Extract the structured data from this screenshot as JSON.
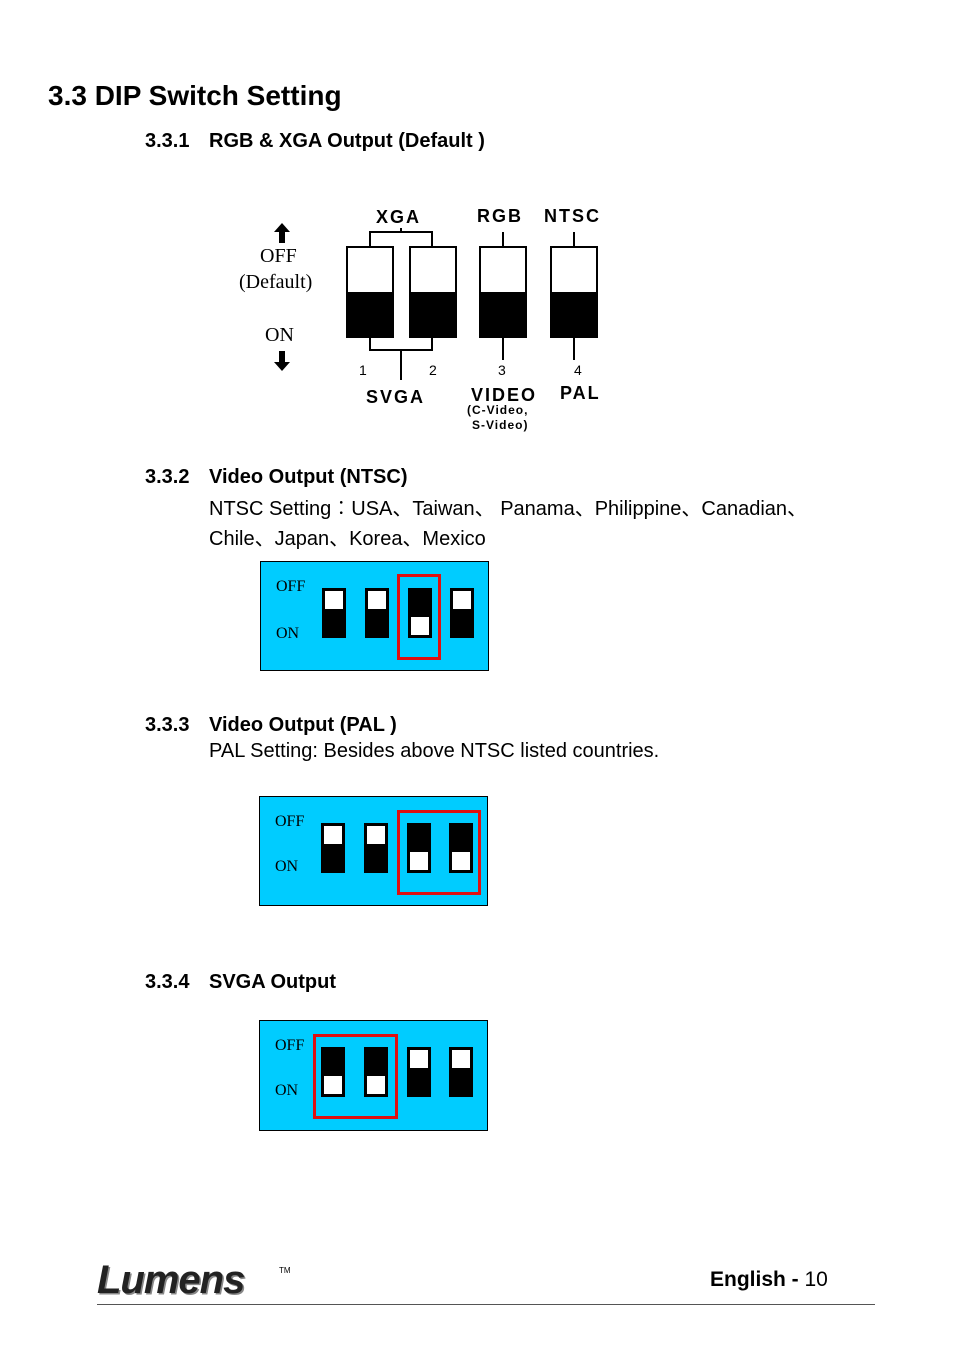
{
  "heading": "3.3 DIP Switch Setting",
  "sections": [
    {
      "number": "3.3.1",
      "title": "RGB & XGA Output (Default )"
    },
    {
      "number": "3.3.2",
      "title": "Video Output (NTSC)",
      "lines": [
        "NTSC Setting︰USA、Taiwan、 Panama、Philippine、Canadian、",
        "Chile、Japan、Korea、Mexico"
      ]
    },
    {
      "number": "3.3.3",
      "title": "Video Output (PAL )",
      "lines": [
        "PAL Setting: Besides above NTSC listed countries."
      ]
    },
    {
      "number": "3.3.4",
      "title": "SVGA Output"
    }
  ],
  "diagram": {
    "off_label": "OFF",
    "default_label": "(Default)",
    "on_label": "ON",
    "top_labels": {
      "xga": "XGA",
      "rgb": "RGB",
      "ntsc": "NTSC"
    },
    "numbers": [
      "1",
      "2",
      "3",
      "4"
    ],
    "bottom_labels": {
      "svga": "SVGA",
      "video": "VIDEO",
      "video_sub1": "(C-Video,",
      "video_sub2": "S-Video)",
      "pal": "PAL"
    }
  },
  "panels": {
    "off_label": "OFF",
    "on_label": "ON",
    "ntsc_switches": [
      "off",
      "off",
      "on",
      "off"
    ],
    "pal_switches": [
      "off",
      "off",
      "on",
      "on"
    ],
    "svga_switches": [
      "on",
      "on",
      "off",
      "off"
    ],
    "colors": {
      "panel_bg": "#00ccff",
      "highlight": "#e01010"
    }
  },
  "footer": {
    "logo": "Lumens",
    "trademark": "TM",
    "language": "English - ",
    "page": "10"
  }
}
